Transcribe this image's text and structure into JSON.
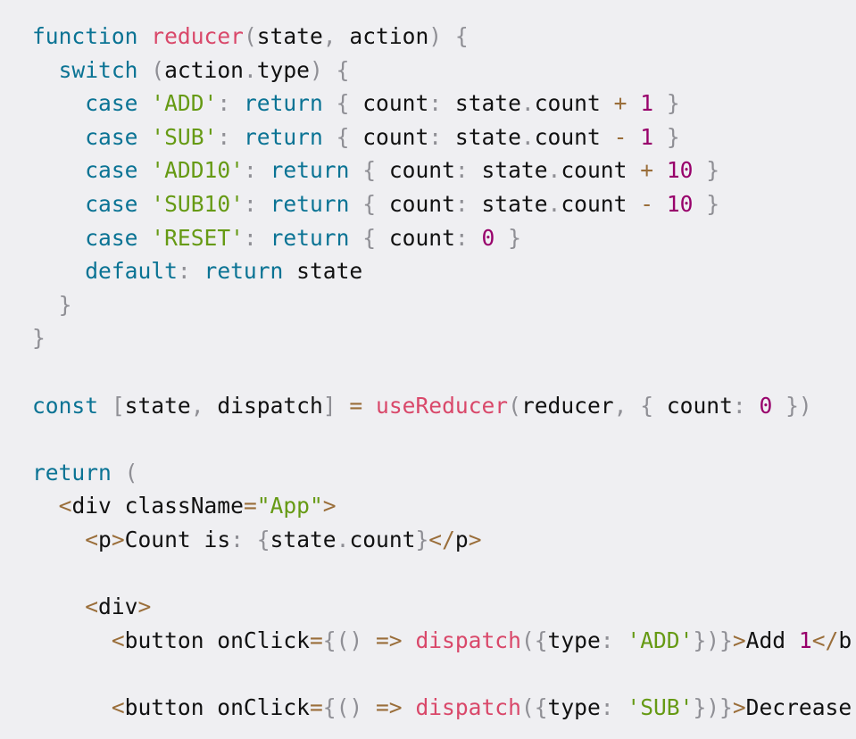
{
  "colors": {
    "background": "#efeff2",
    "keyword": "#0a7394",
    "function": "#d9486a",
    "string": "#669a14",
    "number": "#98006b",
    "punctuation": "#8f8f95",
    "operator": "#9a6e3a",
    "text": "#111111"
  },
  "lines": [
    [
      [
        "kw",
        "function"
      ],
      [
        "id",
        " "
      ],
      [
        "fn",
        "reducer"
      ],
      [
        "punc",
        "("
      ],
      [
        "id",
        "state"
      ],
      [
        "punc",
        ","
      ],
      [
        "id",
        " action"
      ],
      [
        "punc",
        ")"
      ],
      [
        "id",
        " "
      ],
      [
        "punc",
        "{"
      ]
    ],
    [
      [
        "id",
        "  "
      ],
      [
        "kw",
        "switch"
      ],
      [
        "id",
        " "
      ],
      [
        "punc",
        "("
      ],
      [
        "id",
        "action"
      ],
      [
        "punc",
        "."
      ],
      [
        "id",
        "type"
      ],
      [
        "punc",
        ")"
      ],
      [
        "id",
        " "
      ],
      [
        "punc",
        "{"
      ]
    ],
    [
      [
        "id",
        "    "
      ],
      [
        "kw",
        "case"
      ],
      [
        "id",
        " "
      ],
      [
        "str",
        "'ADD'"
      ],
      [
        "punc",
        ":"
      ],
      [
        "id",
        " "
      ],
      [
        "kw",
        "return"
      ],
      [
        "id",
        " "
      ],
      [
        "punc",
        "{"
      ],
      [
        "id",
        " count"
      ],
      [
        "punc",
        ":"
      ],
      [
        "id",
        " state"
      ],
      [
        "punc",
        "."
      ],
      [
        "id",
        "count "
      ],
      [
        "op",
        "+"
      ],
      [
        "id",
        " "
      ],
      [
        "num",
        "1"
      ],
      [
        "id",
        " "
      ],
      [
        "punc",
        "}"
      ]
    ],
    [
      [
        "id",
        "    "
      ],
      [
        "kw",
        "case"
      ],
      [
        "id",
        " "
      ],
      [
        "str",
        "'SUB'"
      ],
      [
        "punc",
        ":"
      ],
      [
        "id",
        " "
      ],
      [
        "kw",
        "return"
      ],
      [
        "id",
        " "
      ],
      [
        "punc",
        "{"
      ],
      [
        "id",
        " count"
      ],
      [
        "punc",
        ":"
      ],
      [
        "id",
        " state"
      ],
      [
        "punc",
        "."
      ],
      [
        "id",
        "count "
      ],
      [
        "op",
        "-"
      ],
      [
        "id",
        " "
      ],
      [
        "num",
        "1"
      ],
      [
        "id",
        " "
      ],
      [
        "punc",
        "}"
      ]
    ],
    [
      [
        "id",
        "    "
      ],
      [
        "kw",
        "case"
      ],
      [
        "id",
        " "
      ],
      [
        "str",
        "'ADD10'"
      ],
      [
        "punc",
        ":"
      ],
      [
        "id",
        " "
      ],
      [
        "kw",
        "return"
      ],
      [
        "id",
        " "
      ],
      [
        "punc",
        "{"
      ],
      [
        "id",
        " count"
      ],
      [
        "punc",
        ":"
      ],
      [
        "id",
        " state"
      ],
      [
        "punc",
        "."
      ],
      [
        "id",
        "count "
      ],
      [
        "op",
        "+"
      ],
      [
        "id",
        " "
      ],
      [
        "num",
        "10"
      ],
      [
        "id",
        " "
      ],
      [
        "punc",
        "}"
      ]
    ],
    [
      [
        "id",
        "    "
      ],
      [
        "kw",
        "case"
      ],
      [
        "id",
        " "
      ],
      [
        "str",
        "'SUB10'"
      ],
      [
        "punc",
        ":"
      ],
      [
        "id",
        " "
      ],
      [
        "kw",
        "return"
      ],
      [
        "id",
        " "
      ],
      [
        "punc",
        "{"
      ],
      [
        "id",
        " count"
      ],
      [
        "punc",
        ":"
      ],
      [
        "id",
        " state"
      ],
      [
        "punc",
        "."
      ],
      [
        "id",
        "count "
      ],
      [
        "op",
        "-"
      ],
      [
        "id",
        " "
      ],
      [
        "num",
        "10"
      ],
      [
        "id",
        " "
      ],
      [
        "punc",
        "}"
      ]
    ],
    [
      [
        "id",
        "    "
      ],
      [
        "kw",
        "case"
      ],
      [
        "id",
        " "
      ],
      [
        "str",
        "'RESET'"
      ],
      [
        "punc",
        ":"
      ],
      [
        "id",
        " "
      ],
      [
        "kw",
        "return"
      ],
      [
        "id",
        " "
      ],
      [
        "punc",
        "{"
      ],
      [
        "id",
        " count"
      ],
      [
        "punc",
        ":"
      ],
      [
        "id",
        " "
      ],
      [
        "num",
        "0"
      ],
      [
        "id",
        " "
      ],
      [
        "punc",
        "}"
      ]
    ],
    [
      [
        "id",
        "    "
      ],
      [
        "kw",
        "default"
      ],
      [
        "punc",
        ":"
      ],
      [
        "id",
        " "
      ],
      [
        "kw",
        "return"
      ],
      [
        "id",
        " state"
      ]
    ],
    [
      [
        "id",
        "  "
      ],
      [
        "punc",
        "}"
      ]
    ],
    [
      [
        "punc",
        "}"
      ]
    ],
    [],
    [
      [
        "kw",
        "const"
      ],
      [
        "id",
        " "
      ],
      [
        "punc",
        "["
      ],
      [
        "id",
        "state"
      ],
      [
        "punc",
        ","
      ],
      [
        "id",
        " dispatch"
      ],
      [
        "punc",
        "]"
      ],
      [
        "id",
        " "
      ],
      [
        "op",
        "="
      ],
      [
        "id",
        " "
      ],
      [
        "fn",
        "useReducer"
      ],
      [
        "punc",
        "("
      ],
      [
        "id",
        "reducer"
      ],
      [
        "punc",
        ","
      ],
      [
        "id",
        " "
      ],
      [
        "punc",
        "{"
      ],
      [
        "id",
        " count"
      ],
      [
        "punc",
        ":"
      ],
      [
        "id",
        " "
      ],
      [
        "num",
        "0"
      ],
      [
        "id",
        " "
      ],
      [
        "punc",
        "})"
      ]
    ],
    [],
    [
      [
        "kw",
        "return"
      ],
      [
        "id",
        " "
      ],
      [
        "punc",
        "("
      ]
    ],
    [
      [
        "id",
        "  "
      ],
      [
        "op",
        "<"
      ],
      [
        "id",
        "div className"
      ],
      [
        "op",
        "="
      ],
      [
        "str",
        "\"App\""
      ],
      [
        "op",
        ">"
      ]
    ],
    [
      [
        "id",
        "    "
      ],
      [
        "op",
        "<"
      ],
      [
        "id",
        "p"
      ],
      [
        "op",
        ">"
      ],
      [
        "id",
        "Count is"
      ],
      [
        "punc",
        ":"
      ],
      [
        "id",
        " "
      ],
      [
        "punc",
        "{"
      ],
      [
        "id",
        "state"
      ],
      [
        "punc",
        "."
      ],
      [
        "id",
        "count"
      ],
      [
        "punc",
        "}"
      ],
      [
        "op",
        "</"
      ],
      [
        "id",
        "p"
      ],
      [
        "op",
        ">"
      ]
    ],
    [],
    [
      [
        "id",
        "    "
      ],
      [
        "op",
        "<"
      ],
      [
        "id",
        "div"
      ],
      [
        "op",
        ">"
      ]
    ],
    [
      [
        "id",
        "      "
      ],
      [
        "op",
        "<"
      ],
      [
        "id",
        "button onClick"
      ],
      [
        "op",
        "="
      ],
      [
        "punc",
        "{()"
      ],
      [
        "id",
        " "
      ],
      [
        "op",
        "=>"
      ],
      [
        "id",
        " "
      ],
      [
        "fn",
        "dispatch"
      ],
      [
        "punc",
        "({"
      ],
      [
        "id",
        "type"
      ],
      [
        "punc",
        ":"
      ],
      [
        "id",
        " "
      ],
      [
        "str",
        "'ADD'"
      ],
      [
        "punc",
        "})}"
      ],
      [
        "op",
        ">"
      ],
      [
        "id",
        "Add "
      ],
      [
        "num",
        "1"
      ],
      [
        "op",
        "</"
      ],
      [
        "id",
        "b"
      ]
    ],
    [],
    [
      [
        "id",
        "      "
      ],
      [
        "op",
        "<"
      ],
      [
        "id",
        "button onClick"
      ],
      [
        "op",
        "="
      ],
      [
        "punc",
        "{()"
      ],
      [
        "id",
        " "
      ],
      [
        "op",
        "=>"
      ],
      [
        "id",
        " "
      ],
      [
        "fn",
        "dispatch"
      ],
      [
        "punc",
        "({"
      ],
      [
        "id",
        "type"
      ],
      [
        "punc",
        ":"
      ],
      [
        "id",
        " "
      ],
      [
        "str",
        "'SUB'"
      ],
      [
        "punc",
        "})}"
      ],
      [
        "op",
        ">"
      ],
      [
        "id",
        "Decrease"
      ]
    ]
  ]
}
